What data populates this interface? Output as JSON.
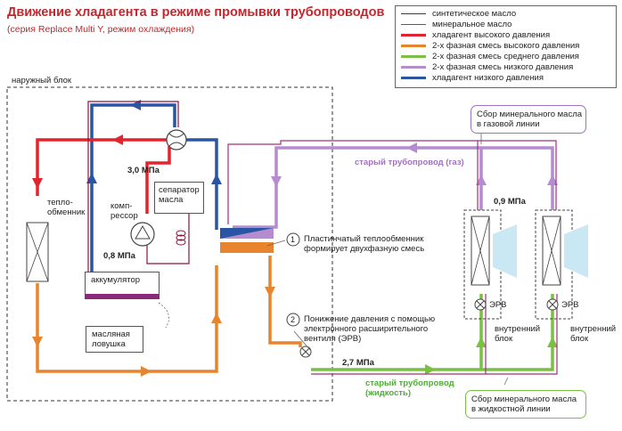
{
  "title": "Движение хладагента в режиме промывки трубопроводов",
  "subtitle": "(серия Replace Multi Y, режим охлаждения)",
  "legend": [
    {
      "label": "синтетическое масло",
      "color": "#8a1538",
      "style": "thin"
    },
    {
      "label": "минеральное масло",
      "color": "#a0307a",
      "style": "thin"
    },
    {
      "label": "хладагент высокого давления",
      "color": "#e3242b",
      "style": "thick"
    },
    {
      "label": "2-х фазная смесь высокого давления",
      "color": "#e8842e",
      "style": "thick"
    },
    {
      "label": "2-х фазная смесь среднего давления",
      "color": "#7ac143",
      "style": "thick"
    },
    {
      "label": "2-х фазная смесь низкого давления",
      "color": "#b58cd0",
      "style": "thick"
    },
    {
      "label": "хладагент низкого давления",
      "color": "#2a55a5",
      "style": "thick"
    }
  ],
  "outdoor_unit_label": "наружный блок",
  "heat_exchanger_label": "тепло-\nобменник",
  "compressor_label": "комп-\nрессор",
  "separator_label": "сепаратор\nмасла",
  "accumulator_label": "аккумулятор",
  "oil_trap_label": "масляная\nловушка",
  "pressures": {
    "high": "3,0 МПа",
    "low": "0,8 МПа",
    "indoor": "0,9 МПа",
    "liquid": "2,7 МПа"
  },
  "note1": {
    "num": "1",
    "text": "Пластинчатый теплообменник\nформирует двухфазную смесь"
  },
  "note2": {
    "num": "2",
    "text": "Понижение давления с помощью\nэлектронного расширительного\nвентиля (ЭРВ)"
  },
  "gas_pipe_label": "старый трубопровод (газ)",
  "liquid_pipe_label": "старый трубопровод\n(жидкость)",
  "gas_oil_callout": "Сбор минерального масла\nв газовой линии",
  "liquid_oil_callout": "Сбор минерального масла\nв жидкостной линии",
  "indoor_units": [
    {
      "label": "внутренний\nблок",
      "valve": "ЭРВ"
    },
    {
      "label": "внутренний\nблок",
      "valve": "ЭРВ"
    }
  ]
}
